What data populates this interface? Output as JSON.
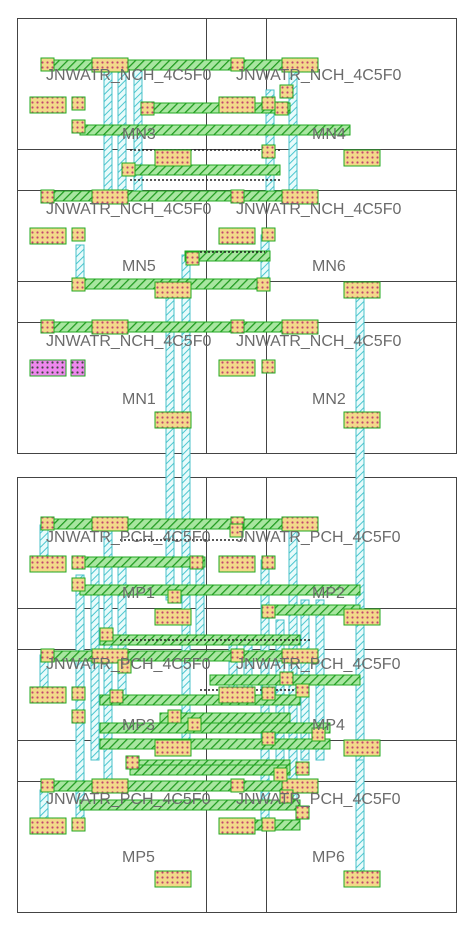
{
  "cells": [
    {
      "id": "nch-r0-c0",
      "text": "JNWATR_NCH_4C5F0"
    },
    {
      "id": "nch-r0-c1",
      "text": "JNWATR_NCH_4C5F0"
    },
    {
      "id": "nch-r1-c0",
      "text": "JNWATR_NCH_4C5F0"
    },
    {
      "id": "nch-r1-c1",
      "text": "JNWATR_NCH_4C5F0"
    },
    {
      "id": "nch-r2-c0",
      "text": "JNWATR_NCH_4C5F0"
    },
    {
      "id": "nch-r2-c1",
      "text": "JNWATR_NCH_4C5F0"
    },
    {
      "id": "pch-r0-c0",
      "text": "JNWATR_PCH_4C5F0"
    },
    {
      "id": "pch-r0-c1",
      "text": "JNWATR_PCH_4C5F0"
    },
    {
      "id": "pch-r1-c0",
      "text": "JNWATR_PCH_4C5F0"
    },
    {
      "id": "pch-r1-c1",
      "text": "JNWATR_PCH_4C5F0"
    },
    {
      "id": "pch-r2-c0",
      "text": "JNWATR_PCH_4C5F0"
    },
    {
      "id": "pch-r2-c1",
      "text": "JNWATR_PCH_4C5F0"
    }
  ],
  "devices": [
    "MN3",
    "MN4",
    "MN5",
    "MN6",
    "MN1",
    "MN2",
    "MP1",
    "MP2",
    "MP3",
    "MP4",
    "MP5",
    "MP6"
  ],
  "colors": {
    "outline": "#444444",
    "metal_fill": "#8fd88f",
    "metal_hatch": "#22aa22",
    "via_fill": "#f0d080",
    "via_dot": "#cc3366",
    "route_cyan": "#5fd0d8",
    "label": "#6b6b6b"
  }
}
